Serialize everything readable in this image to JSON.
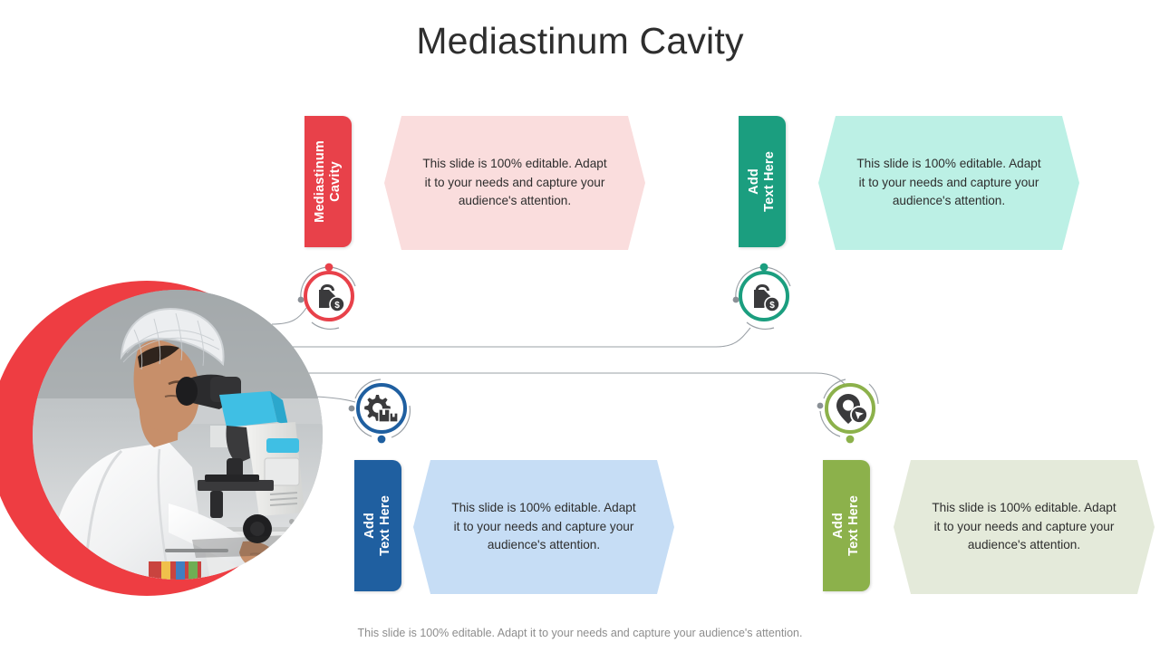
{
  "slide": {
    "title": "Mediastinum Cavity",
    "footer": "This slide is 100% editable. Adapt it to your needs and capture your audience's attention.",
    "body_text": "This slide is 100% editable. Adapt it to your needs and capture your audience's attention."
  },
  "photo": {
    "alt": "scientist-looking-through-microscope",
    "arc_color": "#ee3d42"
  },
  "cards": [
    {
      "id": "card-1",
      "tab_label": "Mediastinum\nCavity",
      "body": "This slide is 100% editable. Adapt it to your needs and capture your audience's attention.",
      "tab_color": "#e8414a",
      "hex_color": "#fadddd",
      "icon": "price-tag-dollar-icon",
      "icon_color": "#e8414a"
    },
    {
      "id": "card-2",
      "tab_label": "Add\nText Here",
      "body": "This slide is 100% editable. Adapt it to your needs and capture your audience's attention.",
      "tab_color": "#1b9e7f",
      "hex_color": "#bcf0e5",
      "icon": "price-tag-dollar-icon",
      "icon_color": "#1b9e7f"
    },
    {
      "id": "card-3",
      "tab_label": "Add\nText Here",
      "body": "This slide is 100% editable. Adapt it to your needs and capture your audience's attention.",
      "tab_color": "#1f5fa0",
      "hex_color": "#c6ddf5",
      "icon": "gear-boxes-icon",
      "icon_color": "#1f5fa0"
    },
    {
      "id": "card-4",
      "tab_label": "Add\nText Here",
      "body": "This slide is 100% editable. Adapt it to your needs and capture your audience's attention.",
      "tab_color": "#8cb14b",
      "hex_color": "#e4eada",
      "icon": "location-pin-cursor-icon",
      "icon_color": "#8cb14b"
    }
  ]
}
